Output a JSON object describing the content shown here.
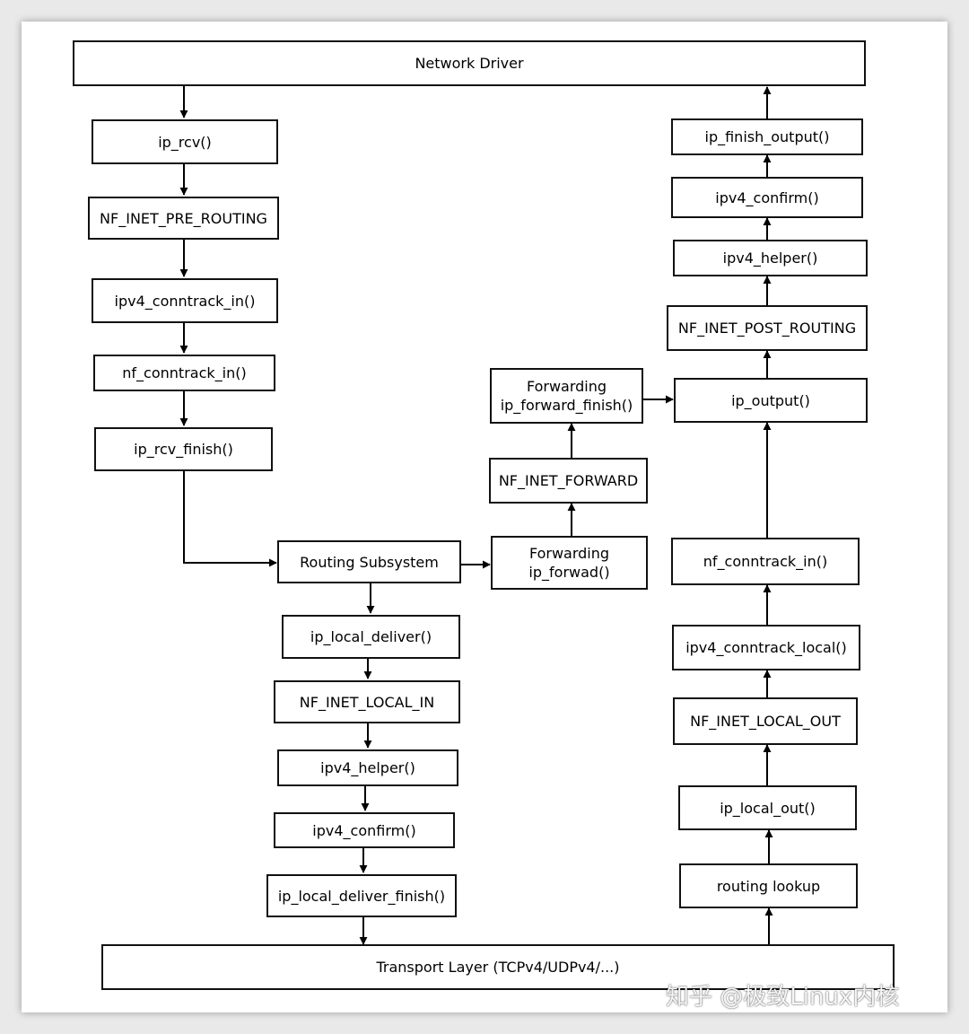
{
  "diagram": {
    "network_driver": "Network Driver",
    "transport_layer": "Transport Layer (TCPv4/UDPv4/...)",
    "receive_path": {
      "ip_rcv": "ip_rcv()",
      "pre_routing": "NF_INET_PRE_ROUTING",
      "conntrack_in": "ipv4_conntrack_in()",
      "nf_conntrack_in": "nf_conntrack_in()",
      "ip_rcv_finish": "ip_rcv_finish()"
    },
    "routing_subsystem": "Routing Subsystem",
    "local_deliver_path": {
      "ip_local_deliver": "ip_local_deliver()",
      "local_in": "NF_INET_LOCAL_IN",
      "helper": "ipv4_helper()",
      "confirm": "ipv4_confirm()",
      "deliver_finish": "ip_local_deliver_finish()"
    },
    "forward_path": {
      "forwarding_line1": "Forwarding",
      "forwarding_line2": "ip_forwad()",
      "nf_forward": "NF_INET_FORWARD",
      "forward_finish_line1": "Forwarding",
      "forward_finish_line2": "ip_forward_finish()"
    },
    "output_path": {
      "ip_finish_output": "ip_finish_output()",
      "confirm": "ipv4_confirm()",
      "helper": "ipv4_helper()",
      "post_routing": "NF_INET_POST_ROUTING",
      "ip_output": "ip_output()",
      "nf_conntrack_in": "nf_conntrack_in()",
      "conntrack_local": "ipv4_conntrack_local()",
      "local_out": "NF_INET_LOCAL_OUT",
      "ip_local_out": "ip_local_out()",
      "routing_lookup": "routing lookup"
    }
  },
  "watermark": "知乎 @极致Linux内核"
}
